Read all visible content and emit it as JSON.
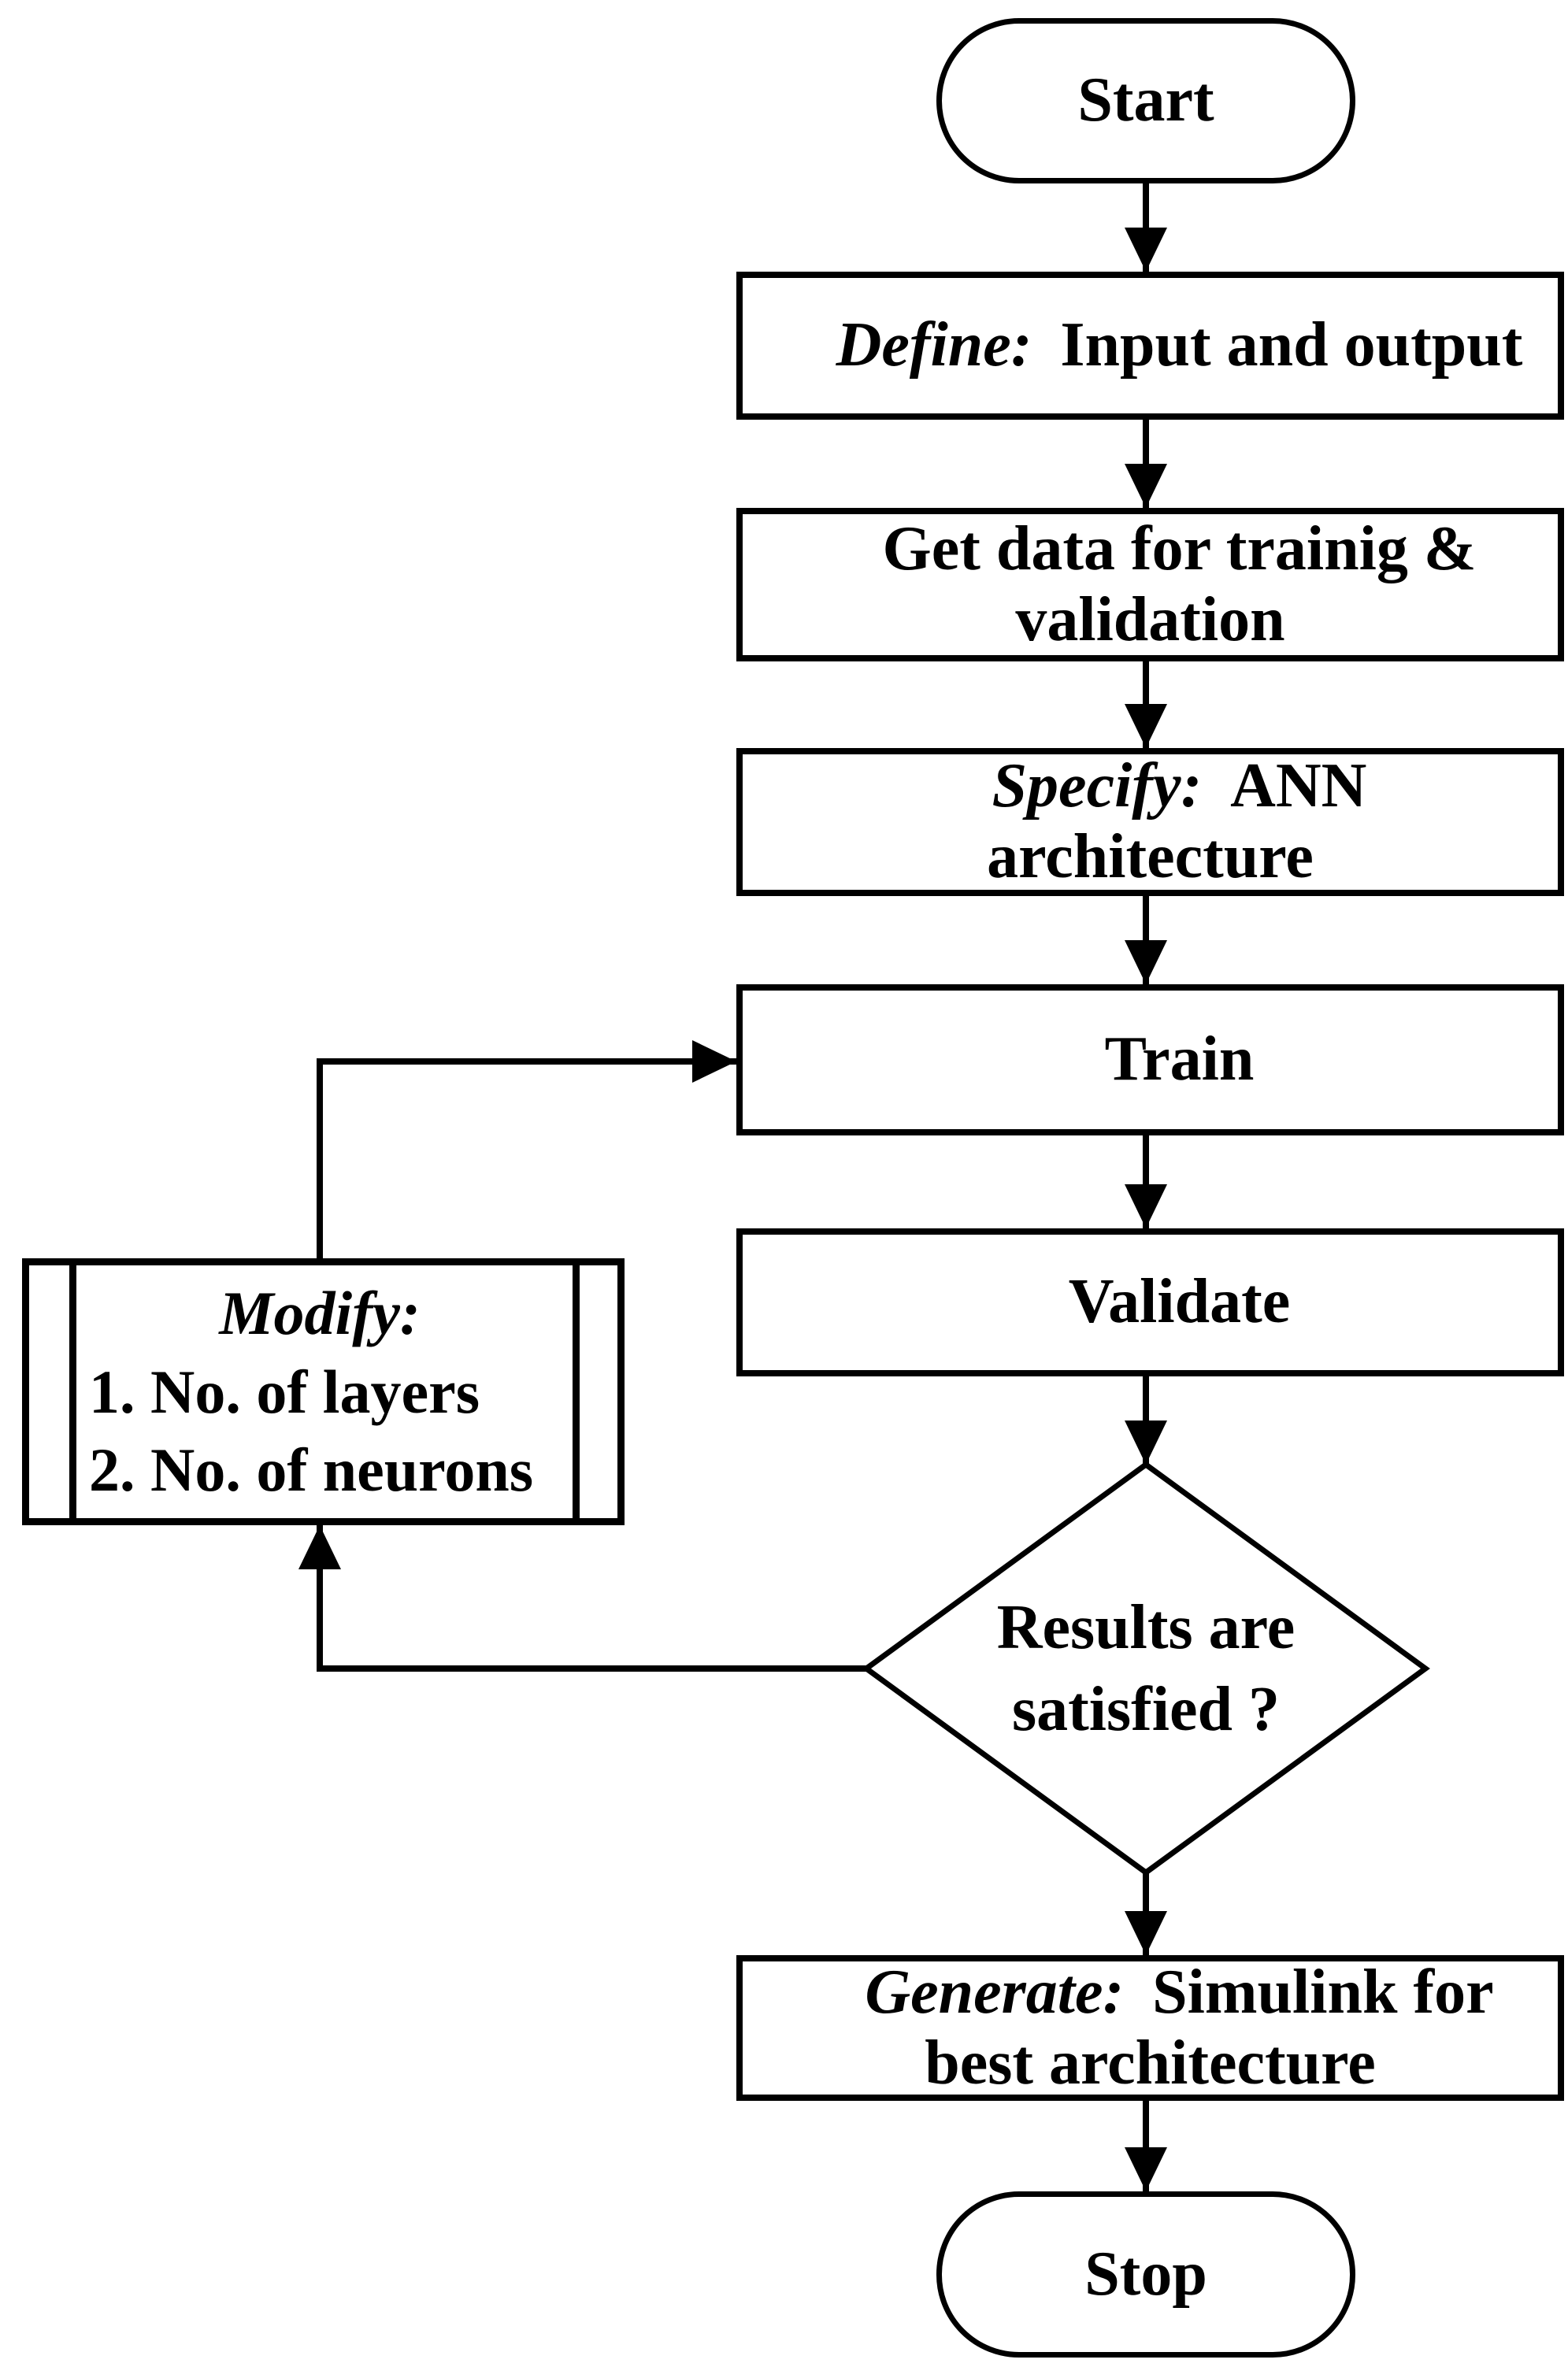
{
  "diagram": {
    "background": "#ffffff",
    "stroke_color": "#000000",
    "nodes": {
      "start": {
        "type": "terminator",
        "label": "Start"
      },
      "define": {
        "type": "process",
        "prefix": "Define:",
        "label": "Input and output"
      },
      "get_data": {
        "type": "process",
        "label": "Get data for trainig &\nvalidation"
      },
      "specify": {
        "type": "process",
        "prefix": "Specify:",
        "label": "ANN\narchitecture"
      },
      "train": {
        "type": "process",
        "label": "Train"
      },
      "validate": {
        "type": "process",
        "label": "Validate"
      },
      "decision": {
        "type": "decision",
        "label": "Results are\nsatisfied ?"
      },
      "modify": {
        "type": "predefined-process",
        "title": "Modify:",
        "items": [
          "1. No. of layers",
          "2. No. of neurons"
        ]
      },
      "generate": {
        "type": "process",
        "prefix": "Generate:",
        "label": "Simulink for\nbest architecture"
      },
      "stop": {
        "type": "terminator",
        "label": "Stop"
      }
    },
    "edges": [
      {
        "from": "start",
        "to": "define"
      },
      {
        "from": "define",
        "to": "get_data"
      },
      {
        "from": "get_data",
        "to": "specify"
      },
      {
        "from": "specify",
        "to": "train"
      },
      {
        "from": "train",
        "to": "validate"
      },
      {
        "from": "validate",
        "to": "decision"
      },
      {
        "from": "decision",
        "to": "modify"
      },
      {
        "from": "modify",
        "to": "train"
      },
      {
        "from": "decision",
        "to": "generate"
      },
      {
        "from": "generate",
        "to": "stop"
      }
    ]
  }
}
